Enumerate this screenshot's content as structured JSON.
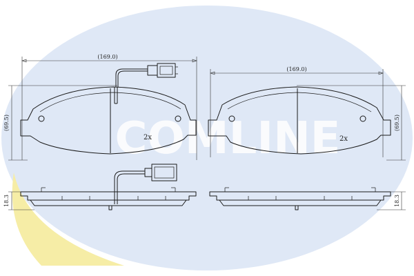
{
  "watermark": {
    "brand_text": "COMLINE",
    "ellipse_color": "#dfe8f6",
    "accent_color": "#f6eda6"
  },
  "front_view_left": {
    "width_label": "(169.0)",
    "height_label": "(69.5)",
    "quantity_label": "2x"
  },
  "front_view_right": {
    "width_label": "(169.0)",
    "height_label": "(69.5)",
    "quantity_label": "2x"
  },
  "side_view_left": {
    "thickness_label": "18.3"
  },
  "side_view_right": {
    "thickness_label": "18.3"
  }
}
